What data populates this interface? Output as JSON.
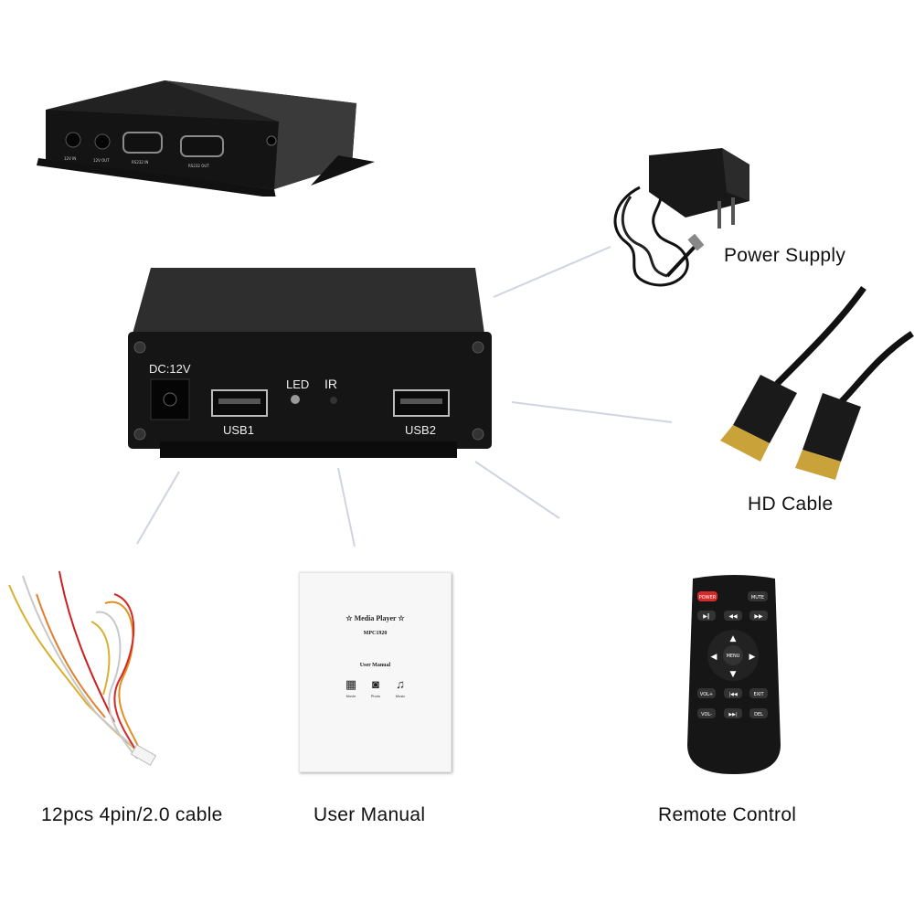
{
  "products": {
    "top_box": {
      "ports": [
        "12V IN",
        "12V OUT",
        "RS232 IN",
        "RS232 OUT"
      ]
    },
    "main_box": {
      "dc_label": "DC:12V",
      "led_label": "LED",
      "ir_label": "IR",
      "usb1_label": "USB1",
      "usb2_label": "USB2"
    },
    "power_supply": {
      "label": "Power Supply"
    },
    "hd_cable": {
      "label": "HD Cable"
    },
    "cable": {
      "label": "12pcs 4pin/2.0 cable"
    },
    "manual": {
      "label": "User Manual",
      "cover_title": "Media Player",
      "cover_model": "MPC1920",
      "cover_subtitle": "User Manual",
      "cover_icons": [
        "Movie",
        "Photo",
        "Music"
      ]
    },
    "remote": {
      "label": "Remote Control",
      "buttons": {
        "power": "POWER",
        "mute": "MUTE",
        "menu": "MENU",
        "vol_up": "VOL+",
        "exit": "EXIT",
        "vol_down": "VOL-",
        "del": "DEL"
      }
    }
  },
  "colors": {
    "device_body": "#1c1c1c",
    "power_button": "#d42a2a",
    "hdmi_gold": "#c9a23a",
    "label_text": "#111111"
  }
}
